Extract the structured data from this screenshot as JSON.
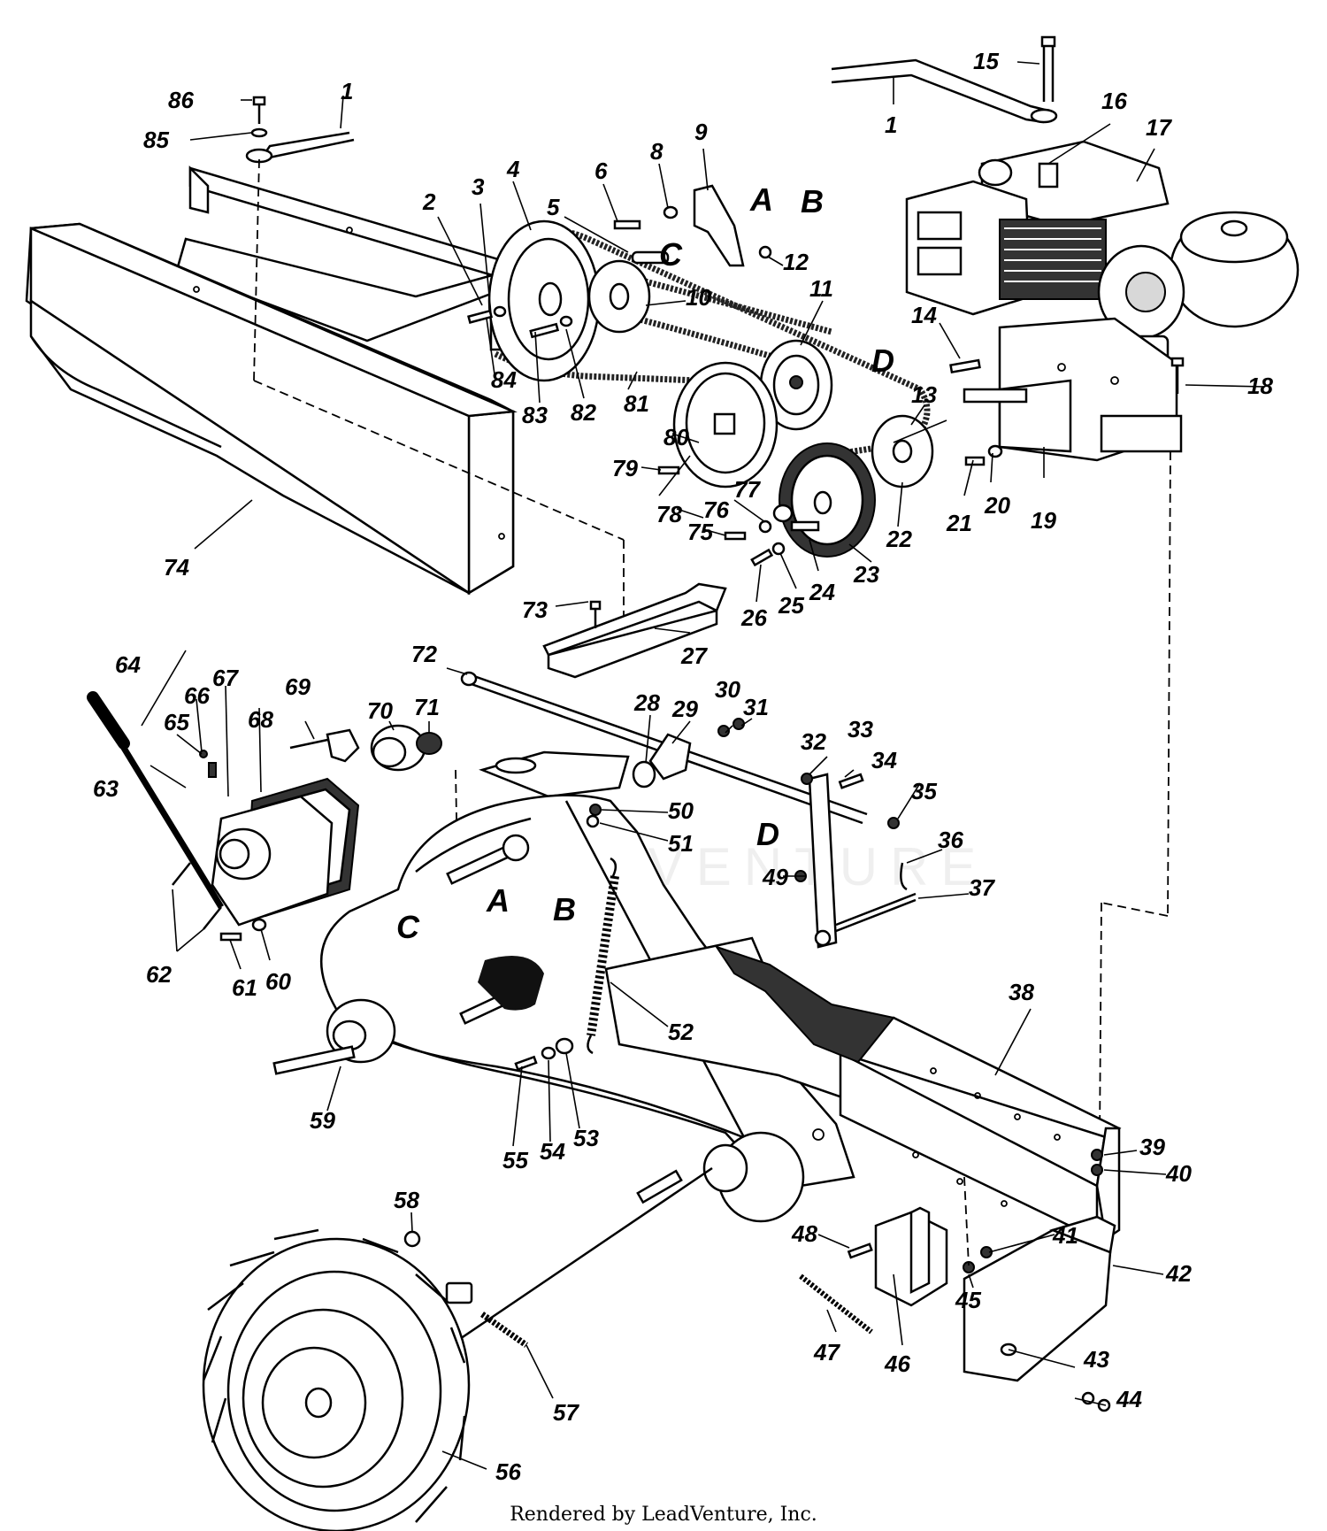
{
  "diagram": {
    "footer_credit": "Rendered by LeadVenture, Inc.",
    "watermark_text": "LEADVENTURE",
    "connector_letters": [
      "A",
      "B",
      "C",
      "D"
    ],
    "part_numbers": [
      "1",
      "2",
      "3",
      "4",
      "5",
      "6",
      "8",
      "9",
      "10",
      "11",
      "12",
      "13",
      "14",
      "15",
      "16",
      "17",
      "18",
      "19",
      "20",
      "21",
      "22",
      "23",
      "24",
      "25",
      "26",
      "27",
      "28",
      "29",
      "30",
      "31",
      "32",
      "33",
      "34",
      "35",
      "36",
      "37",
      "38",
      "39",
      "40",
      "41",
      "42",
      "43",
      "44",
      "45",
      "46",
      "47",
      "48",
      "49",
      "50",
      "51",
      "52",
      "53",
      "54",
      "55",
      "56",
      "57",
      "58",
      "59",
      "60",
      "61",
      "62",
      "63",
      "64",
      "65",
      "66",
      "67",
      "68",
      "69",
      "70",
      "71",
      "72",
      "73",
      "74",
      "75",
      "76",
      "77",
      "78",
      "79",
      "80",
      "81",
      "82",
      "83",
      "84",
      "85",
      "86"
    ]
  }
}
